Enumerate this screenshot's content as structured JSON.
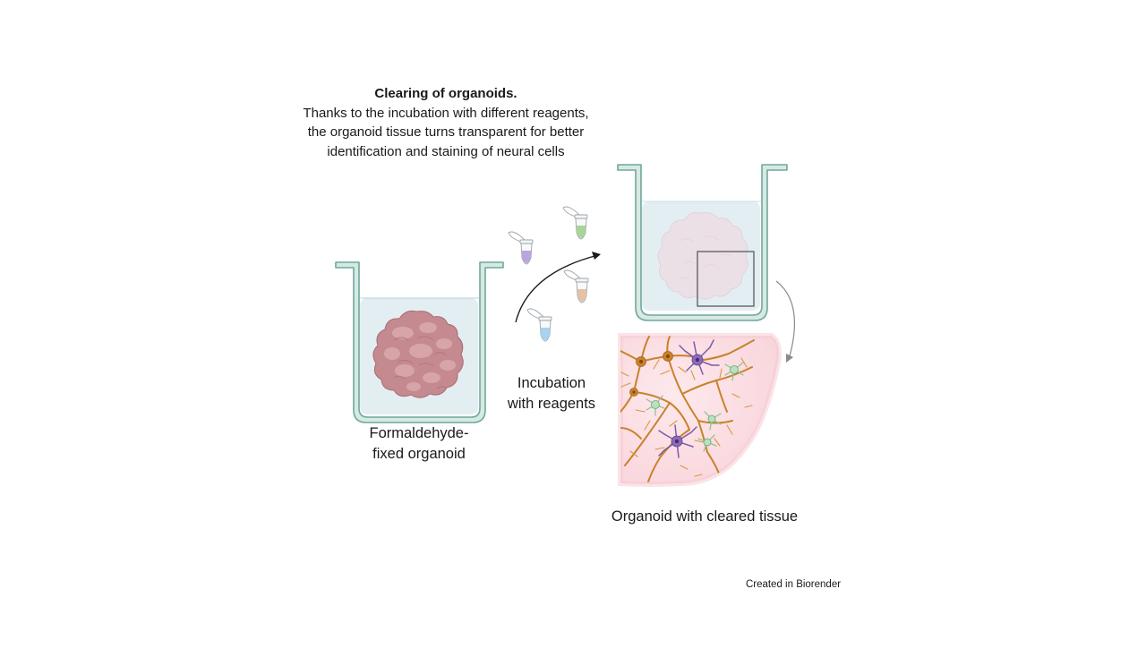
{
  "title": "Clearing of organoids.",
  "description_lines": [
    "Thanks to the incubation with different reagents,",
    "the organoid tissue turns transparent for better",
    "identification and staining of neural cells"
  ],
  "label_fixed": [
    "Formaldehyde-",
    "fixed organoid"
  ],
  "label_incubation": [
    "Incubation",
    "with reagents"
  ],
  "label_cleared": "Organoid with cleared tissue",
  "credit": "Created in Biorender",
  "colors": {
    "well_outline": "#6fa89c",
    "well_fill": "#e3eef2",
    "organoid": "#c58a8f",
    "organoid_cleared": "#ecd3dc",
    "tissue_bg": "#fbe1e5",
    "axon_orange": "#c9822a",
    "neuron_purple": "#7d5aa8",
    "glia_green": "#8fc49a"
  },
  "reagent_tubes": [
    {
      "name": "purple",
      "color": "#b8a6dd"
    },
    {
      "name": "green",
      "color": "#a8d49a"
    },
    {
      "name": "tan",
      "color": "#e3c2a8"
    },
    {
      "name": "blue",
      "color": "#a8d2ee"
    }
  ]
}
